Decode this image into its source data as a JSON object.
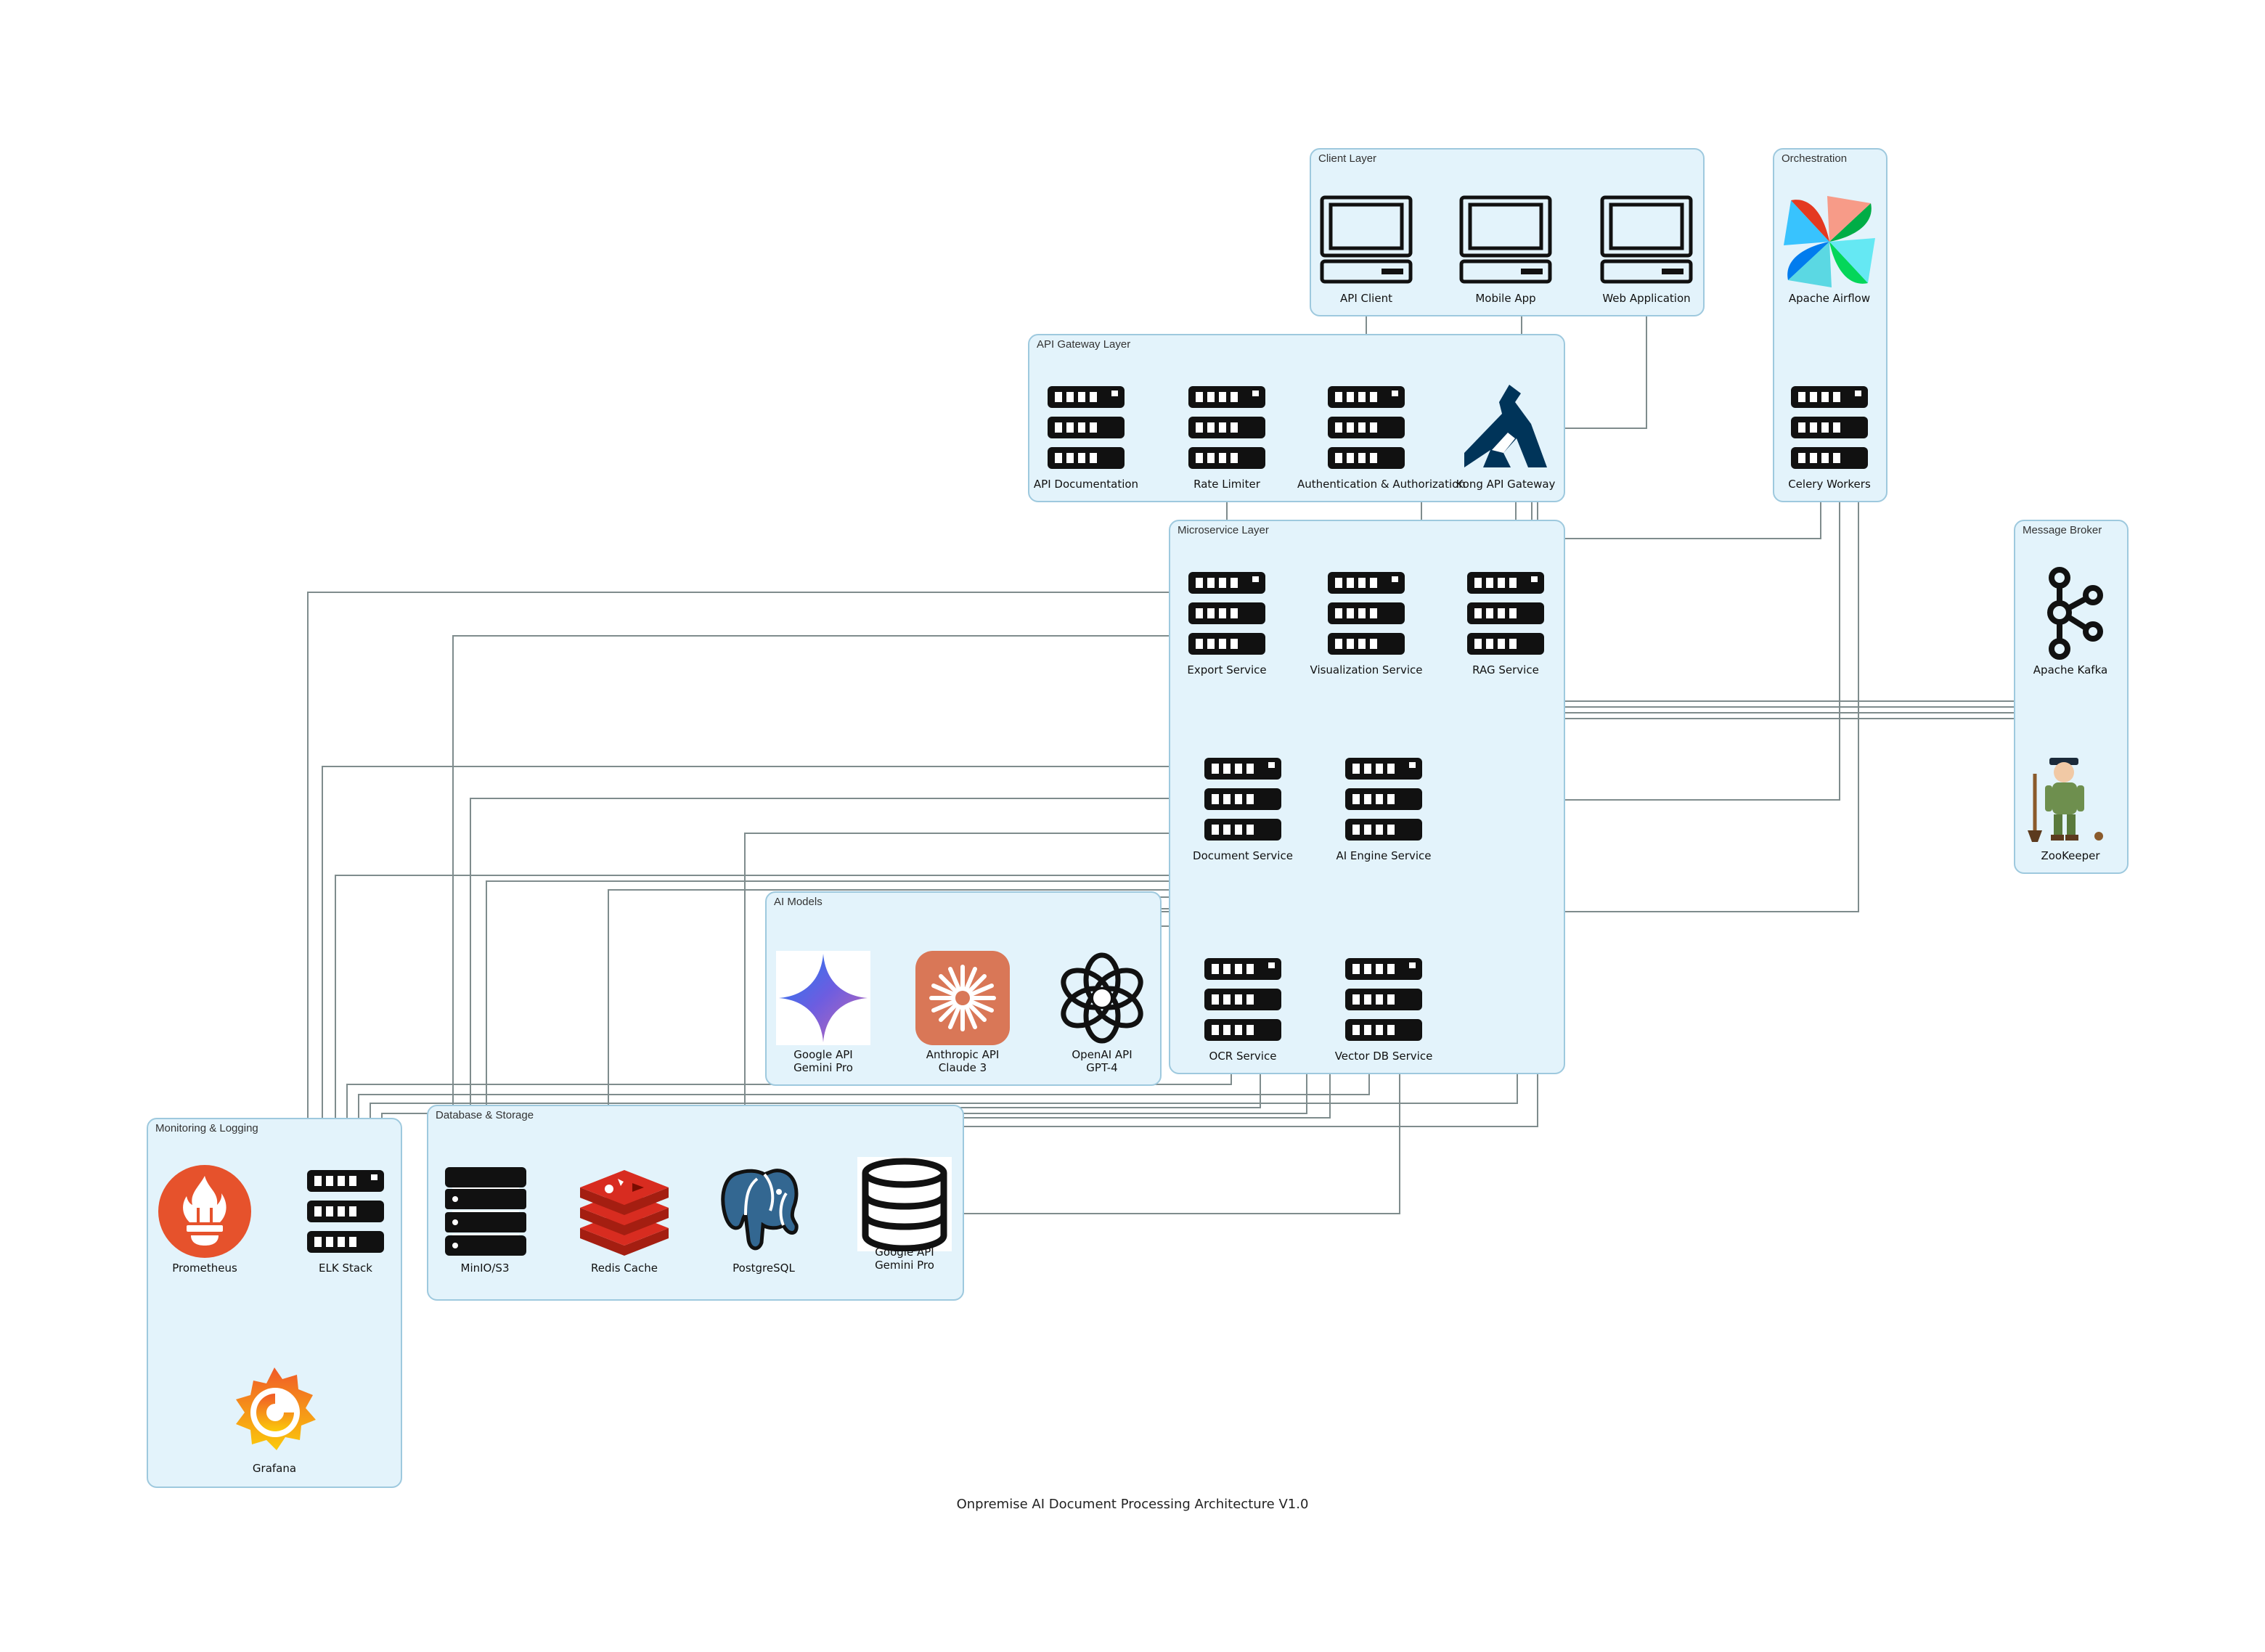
{
  "title": "Onpremise AI Document Processing Architecture V1.0",
  "colors": {
    "cluster_fill": "#e3f3fb",
    "cluster_border": "#9ec9de",
    "edge": "#7f8c8d",
    "server_icon": "#111111",
    "prometheus": "#e6522c",
    "grafana": "#f46800",
    "redis": "#d82c20",
    "postgres": "#336791",
    "kong": "#003459",
    "claude_bg": "#d97757"
  },
  "clusters": {
    "client": "Client Layer",
    "orchestration": "Orchestration",
    "gateway": "API Gateway Layer",
    "microservice": "Microservice Layer",
    "broker": "Message Broker",
    "ai_models": "AI Models",
    "monitoring": "Monitoring & Logging",
    "database": "Database & Storage"
  },
  "nodes": {
    "api_client": {
      "label": "API Client",
      "icon": "laptop-icon"
    },
    "mobile_app": {
      "label": "Mobile App",
      "icon": "laptop-icon"
    },
    "web_app": {
      "label": "Web Application",
      "icon": "laptop-icon"
    },
    "airflow": {
      "label": "Apache Airflow",
      "icon": "airflow-icon"
    },
    "celery": {
      "label": "Celery Workers",
      "icon": "server-icon"
    },
    "api_docs": {
      "label": "API Documentation",
      "icon": "server-icon"
    },
    "rate_limiter": {
      "label": "Rate Limiter",
      "icon": "server-icon"
    },
    "auth": {
      "label": "Authentication & Authorization",
      "icon": "server-icon"
    },
    "kong": {
      "label": "Kong API Gateway",
      "icon": "kong-icon"
    },
    "export": {
      "label": "Export Service",
      "icon": "server-icon"
    },
    "visualization": {
      "label": "Visualization Service",
      "icon": "server-icon"
    },
    "rag": {
      "label": "RAG Service",
      "icon": "server-icon"
    },
    "document": {
      "label": "Document Service",
      "icon": "server-icon"
    },
    "ai_engine": {
      "label": "AI Engine Service",
      "icon": "server-icon"
    },
    "ocr": {
      "label": "OCR Service",
      "icon": "server-icon"
    },
    "vector_db": {
      "label": "Vector DB Service",
      "icon": "server-icon"
    },
    "kafka": {
      "label": "Apache Kafka",
      "icon": "kafka-icon"
    },
    "zookeeper": {
      "label": "ZooKeeper",
      "icon": "zookeeper-icon"
    },
    "gemini": {
      "label": "Google API",
      "label2": "Gemini Pro",
      "icon": "gemini-icon"
    },
    "claude": {
      "label": "Anthropic API",
      "label2": "Claude 3",
      "icon": "claude-icon"
    },
    "openai": {
      "label": "OpenAI API",
      "label2": "GPT-4",
      "icon": "openai-icon"
    },
    "prometheus": {
      "label": "Prometheus",
      "icon": "prometheus-icon"
    },
    "elk": {
      "label": "ELK Stack",
      "icon": "server-icon"
    },
    "grafana": {
      "label": "Grafana",
      "icon": "grafana-icon"
    },
    "minio": {
      "label": "MinIO/S3",
      "icon": "storage-icon"
    },
    "redis": {
      "label": "Redis Cache",
      "icon": "redis-icon"
    },
    "postgres": {
      "label": "PostgreSQL",
      "icon": "postgresql-icon"
    },
    "gemini_db": {
      "label": "Google API",
      "label2": "Gemini Pro",
      "icon": "database-icon"
    }
  }
}
